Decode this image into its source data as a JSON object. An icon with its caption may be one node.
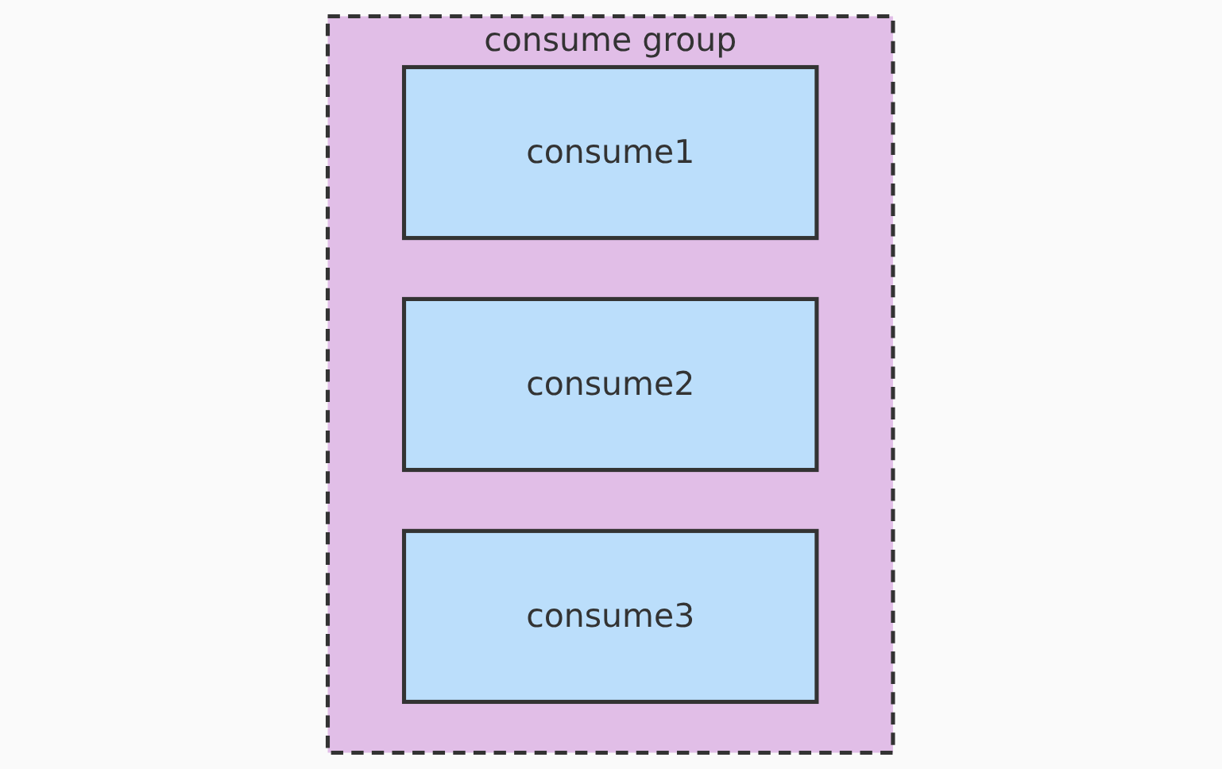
{
  "diagram": {
    "nodes": [
      {
        "text": [
          "consume group"
        ]
      },
      {
        "text": [
          "consume1"
        ],
        "in": 0
      },
      {
        "text": [
          "consume2"
        ],
        "in": 0
      },
      {
        "text": [
          "consume3"
        ],
        "in": 0
      }
    ]
  }
}
